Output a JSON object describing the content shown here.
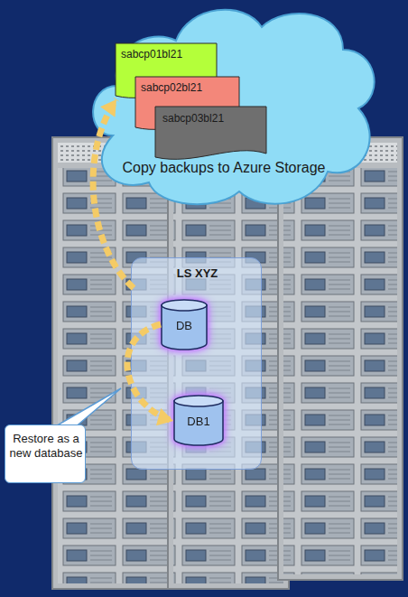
{
  "diagram": {
    "nodes": [
      {
        "text": [
          "Copy backups to Azure Storage"
        ]
      },
      {
        "text": [
          "sabcp01bl21"
        ],
        "in": 0
      },
      {
        "text": [
          "sabcp02bl21"
        ],
        "in": 0
      },
      {
        "text": [
          "sabcp03bl21"
        ],
        "in": 0
      },
      {
        "text": [
          "LS XYZ"
        ]
      },
      {
        "text": [
          "DB"
        ],
        "in": 4
      },
      {
        "text": [
          "DB1"
        ],
        "in": 4
      },
      {
        "text": [
          "Restore as a new database"
        ]
      }
    ],
    "edges": [
      {
        "from": 4,
        "to": 0,
        "arrow": "to"
      },
      {
        "from": 5,
        "to": 6,
        "arrow": "to"
      }
    ]
  }
}
